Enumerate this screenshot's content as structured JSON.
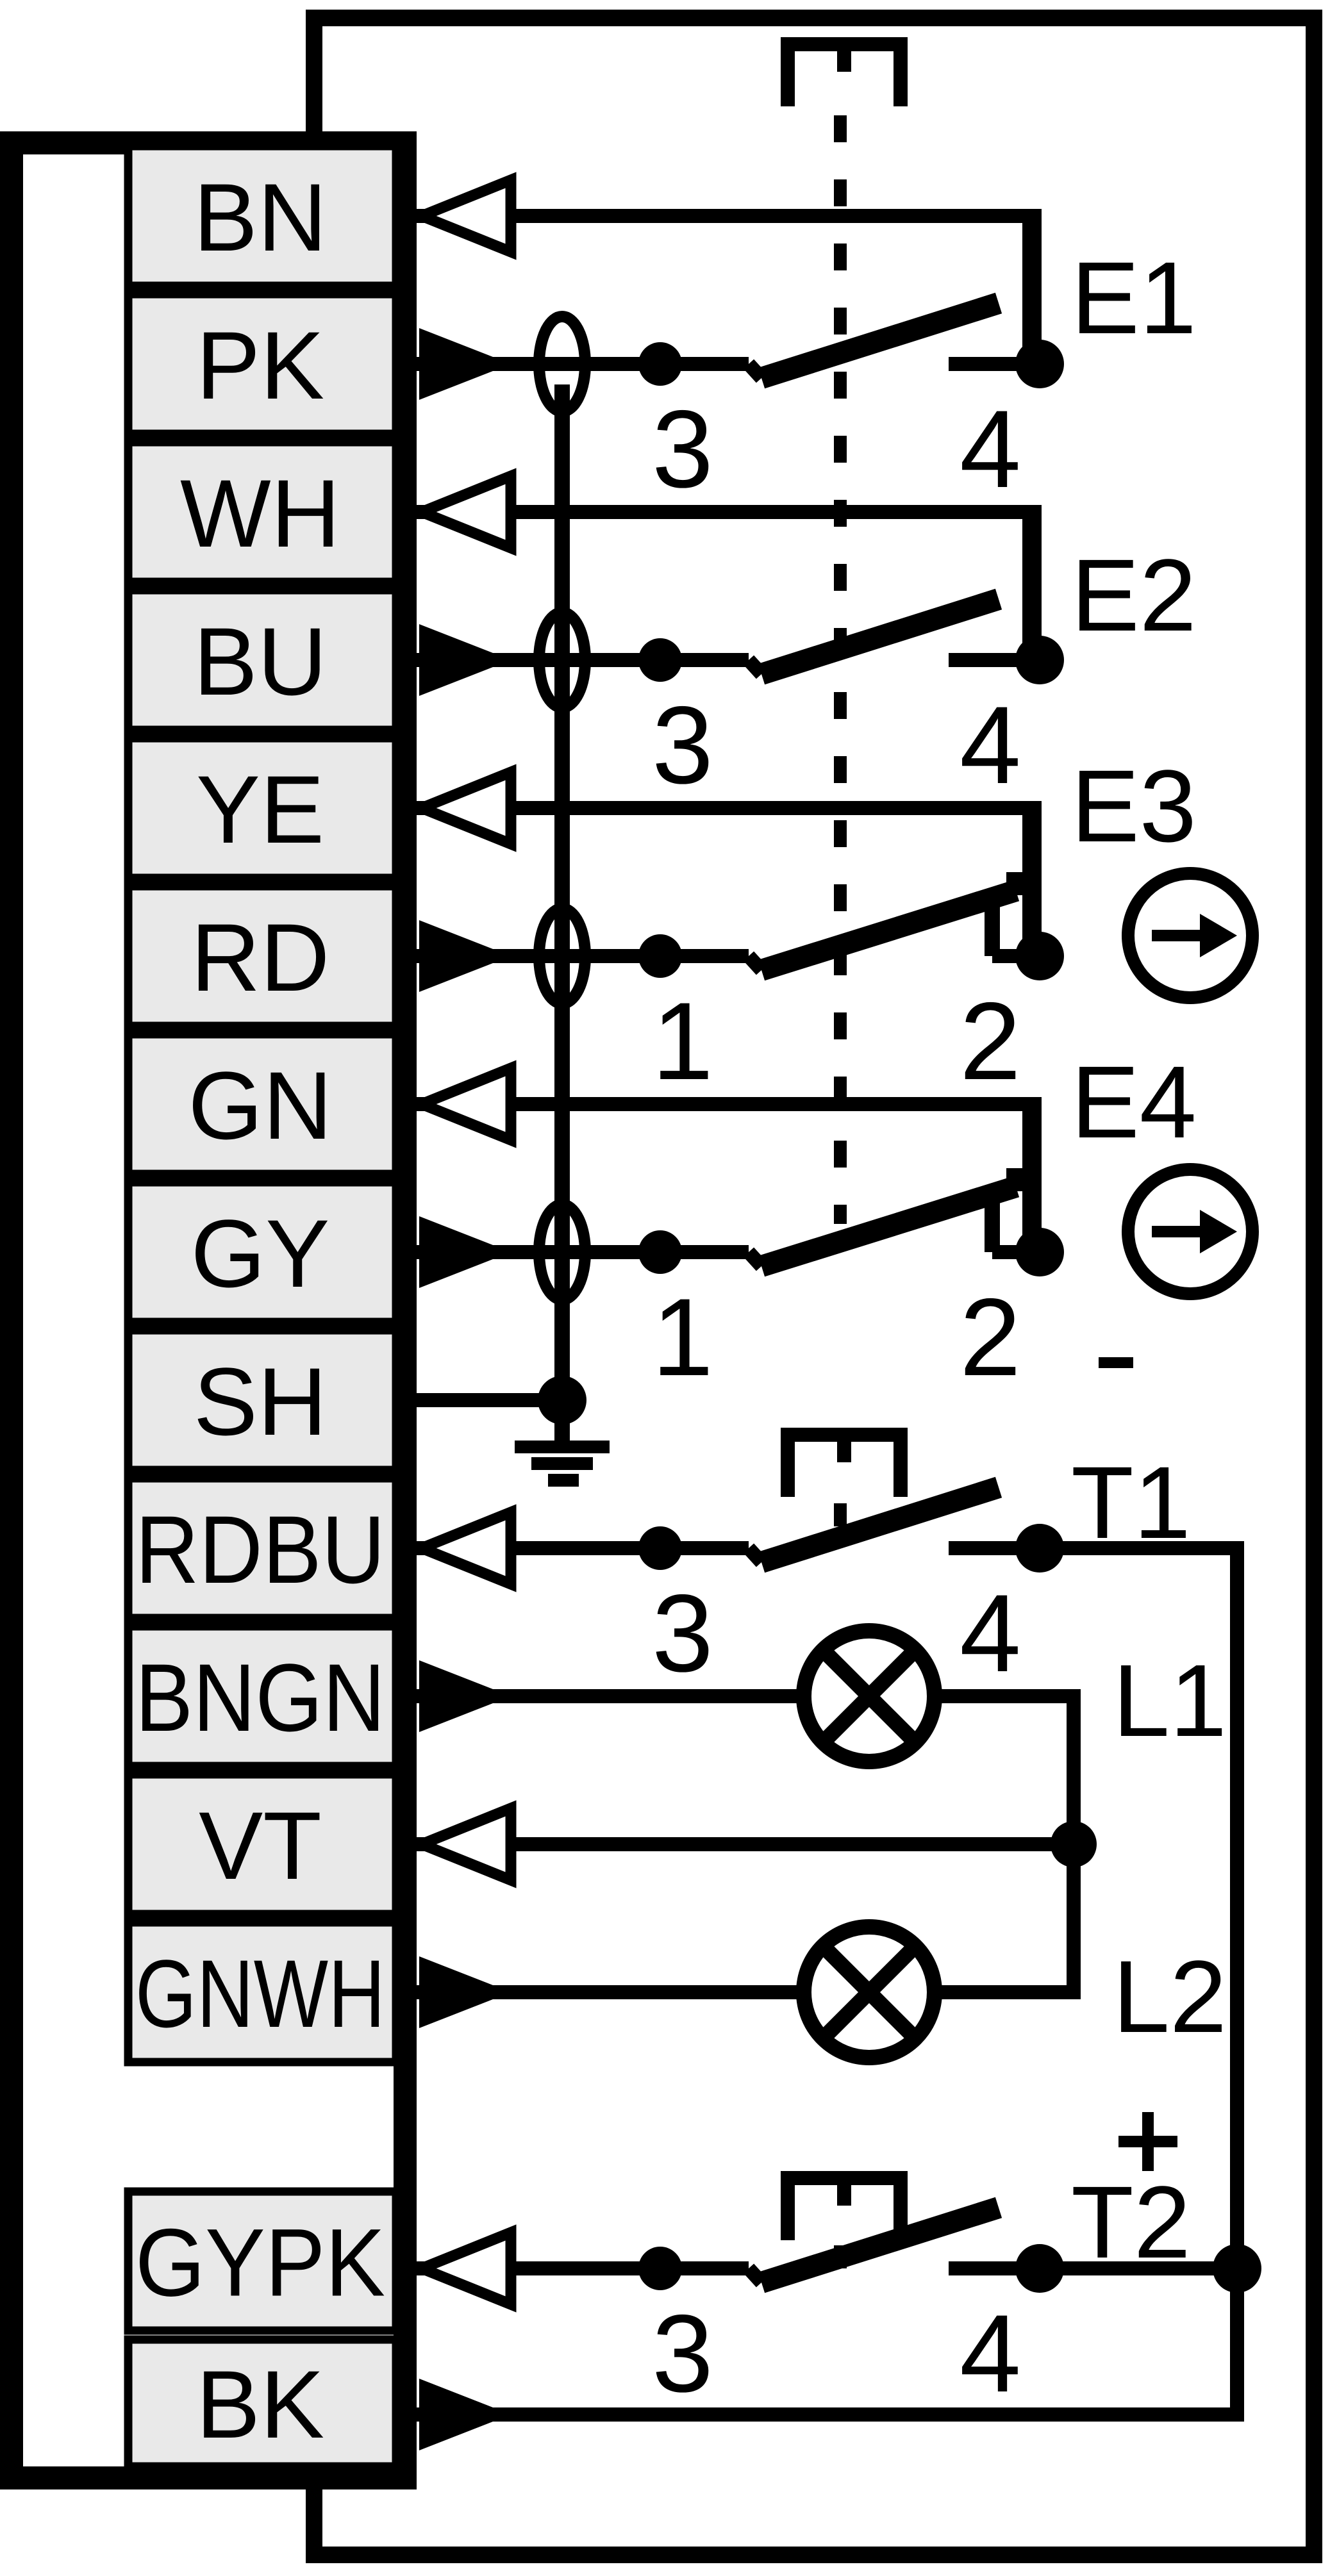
{
  "diagram": {
    "kind": "sensor-connector-wiring-diagram",
    "colors": {
      "background": "#ffffff",
      "line": "#000000",
      "terminal_fill": "#e9e9e9"
    }
  },
  "connector": {
    "terminals": [
      {
        "label": "BN",
        "arrow": "open-left-arrow"
      },
      {
        "label": "PK",
        "arrow": "filled-right-arrow",
        "shielded": true
      },
      {
        "label": "WH",
        "arrow": "open-left-arrow"
      },
      {
        "label": "BU",
        "arrow": "filled-right-arrow",
        "shielded": true
      },
      {
        "label": "YE",
        "arrow": "open-left-arrow"
      },
      {
        "label": "RD",
        "arrow": "filled-right-arrow",
        "shielded": true
      },
      {
        "label": "GN",
        "arrow": "open-left-arrow"
      },
      {
        "label": "GY",
        "arrow": "filled-right-arrow",
        "shielded": true
      },
      {
        "label": "SH",
        "arrow": "none",
        "grounded": true
      },
      {
        "label": "RDBU",
        "arrow": "open-left-arrow"
      },
      {
        "label": "BNGN",
        "arrow": "filled-right-arrow"
      },
      {
        "label": "VT",
        "arrow": "open-left-arrow"
      },
      {
        "label": "GNWH",
        "arrow": "filled-right-arrow"
      },
      {
        "label": "GYPK",
        "arrow": "open-left-arrow"
      },
      {
        "label": "BK",
        "arrow": "filled-right-arrow"
      }
    ]
  },
  "switches": [
    {
      "label": "E1",
      "type": "normally-open",
      "left_contact": "3",
      "right_contact": "4"
    },
    {
      "label": "E2",
      "type": "normally-open",
      "left_contact": "3",
      "right_contact": "4"
    },
    {
      "label": "E3",
      "type": "normally-closed",
      "left_contact": "1",
      "right_contact": "2",
      "indicator": "arrow-circle"
    },
    {
      "label": "E4",
      "type": "normally-closed",
      "left_contact": "1",
      "right_contact": "2",
      "indicator": "arrow-circle"
    },
    {
      "label": "T1",
      "type": "pushbutton-normally-open",
      "left_contact": "3",
      "right_contact": "4"
    },
    {
      "label": "T2",
      "type": "pushbutton-normally-open",
      "left_contact": "3",
      "right_contact": "4"
    }
  ],
  "lamps": [
    {
      "label": "L1"
    },
    {
      "label": "L2"
    }
  ],
  "signs": {
    "minus": "-",
    "plus": "+"
  }
}
